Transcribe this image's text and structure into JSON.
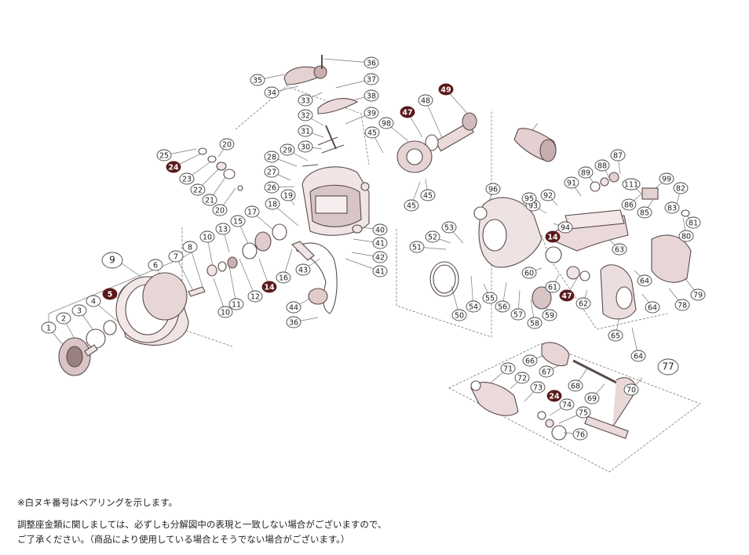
{
  "parts_diagram": {
    "callouts": [
      {
        "num": "1",
        "style": "plain"
      },
      {
        "num": "2",
        "style": "plain"
      },
      {
        "num": "3",
        "style": "plain"
      },
      {
        "num": "4",
        "style": "plain"
      },
      {
        "num": "5",
        "style": "dark"
      },
      {
        "num": "6",
        "style": "plain"
      },
      {
        "num": "7",
        "style": "plain"
      },
      {
        "num": "8",
        "style": "plain"
      },
      {
        "num": "9",
        "style": "plain"
      },
      {
        "num": "10",
        "style": "plain"
      },
      {
        "num": "10",
        "style": "plain"
      },
      {
        "num": "11",
        "style": "plain"
      },
      {
        "num": "12",
        "style": "plain"
      },
      {
        "num": "13",
        "style": "plain"
      },
      {
        "num": "14",
        "style": "dark"
      },
      {
        "num": "14",
        "style": "dark"
      },
      {
        "num": "15",
        "style": "plain"
      },
      {
        "num": "16",
        "style": "plain"
      },
      {
        "num": "17",
        "style": "plain"
      },
      {
        "num": "18",
        "style": "plain"
      },
      {
        "num": "19",
        "style": "plain"
      },
      {
        "num": "20",
        "style": "plain"
      },
      {
        "num": "20",
        "style": "plain"
      },
      {
        "num": "21",
        "style": "plain"
      },
      {
        "num": "22",
        "style": "plain"
      },
      {
        "num": "23",
        "style": "plain"
      },
      {
        "num": "24",
        "style": "dark"
      },
      {
        "num": "24",
        "style": "dark"
      },
      {
        "num": "25",
        "style": "plain"
      },
      {
        "num": "26",
        "style": "plain"
      },
      {
        "num": "27",
        "style": "plain"
      },
      {
        "num": "28",
        "style": "plain"
      },
      {
        "num": "29",
        "style": "plain"
      },
      {
        "num": "30",
        "style": "plain"
      },
      {
        "num": "31",
        "style": "plain"
      },
      {
        "num": "32",
        "style": "plain"
      },
      {
        "num": "33",
        "style": "plain"
      },
      {
        "num": "34",
        "style": "plain"
      },
      {
        "num": "35",
        "style": "plain"
      },
      {
        "num": "36",
        "style": "plain"
      },
      {
        "num": "36",
        "style": "plain"
      },
      {
        "num": "37",
        "style": "plain"
      },
      {
        "num": "38",
        "style": "plain"
      },
      {
        "num": "39",
        "style": "plain"
      },
      {
        "num": "40",
        "style": "plain"
      },
      {
        "num": "41",
        "style": "plain"
      },
      {
        "num": "41",
        "style": "plain"
      },
      {
        "num": "42",
        "style": "plain"
      },
      {
        "num": "43",
        "style": "plain"
      },
      {
        "num": "44",
        "style": "plain"
      },
      {
        "num": "45",
        "style": "plain"
      },
      {
        "num": "45",
        "style": "plain"
      },
      {
        "num": "45",
        "style": "plain"
      },
      {
        "num": "47",
        "style": "dark"
      },
      {
        "num": "47",
        "style": "dark"
      },
      {
        "num": "48",
        "style": "plain"
      },
      {
        "num": "49",
        "style": "dark"
      },
      {
        "num": "50",
        "style": "plain"
      },
      {
        "num": "51",
        "style": "plain"
      },
      {
        "num": "52",
        "style": "plain"
      },
      {
        "num": "53",
        "style": "plain"
      },
      {
        "num": "54",
        "style": "plain"
      },
      {
        "num": "55",
        "style": "plain"
      },
      {
        "num": "56",
        "style": "plain"
      },
      {
        "num": "57",
        "style": "plain"
      },
      {
        "num": "58",
        "style": "plain"
      },
      {
        "num": "59",
        "style": "plain"
      },
      {
        "num": "60",
        "style": "plain"
      },
      {
        "num": "61",
        "style": "plain"
      },
      {
        "num": "62",
        "style": "plain"
      },
      {
        "num": "63",
        "style": "plain"
      },
      {
        "num": "64",
        "style": "plain"
      },
      {
        "num": "64",
        "style": "plain"
      },
      {
        "num": "64",
        "style": "plain"
      },
      {
        "num": "65",
        "style": "plain"
      },
      {
        "num": "66",
        "style": "plain"
      },
      {
        "num": "67",
        "style": "plain"
      },
      {
        "num": "68",
        "style": "plain"
      },
      {
        "num": "69",
        "style": "plain"
      },
      {
        "num": "70",
        "style": "plain"
      },
      {
        "num": "71",
        "style": "plain"
      },
      {
        "num": "72",
        "style": "plain"
      },
      {
        "num": "73",
        "style": "plain"
      },
      {
        "num": "74",
        "style": "plain"
      },
      {
        "num": "75",
        "style": "plain"
      },
      {
        "num": "76",
        "style": "plain"
      },
      {
        "num": "77",
        "style": "plain"
      },
      {
        "num": "78",
        "style": "plain"
      },
      {
        "num": "79",
        "style": "plain"
      },
      {
        "num": "80",
        "style": "plain"
      },
      {
        "num": "81",
        "style": "plain"
      },
      {
        "num": "82",
        "style": "plain"
      },
      {
        "num": "83",
        "style": "plain"
      },
      {
        "num": "85",
        "style": "plain"
      },
      {
        "num": "86",
        "style": "plain"
      },
      {
        "num": "87",
        "style": "plain"
      },
      {
        "num": "88",
        "style": "plain"
      },
      {
        "num": "89",
        "style": "plain"
      },
      {
        "num": "91",
        "style": "plain"
      },
      {
        "num": "92",
        "style": "plain"
      },
      {
        "num": "93",
        "style": "plain"
      },
      {
        "num": "94",
        "style": "plain"
      },
      {
        "num": "95",
        "style": "plain"
      },
      {
        "num": "96",
        "style": "plain"
      },
      {
        "num": "98",
        "style": "plain"
      },
      {
        "num": "99",
        "style": "plain"
      },
      {
        "num": "111",
        "style": "plain"
      }
    ]
  },
  "footnotes": {
    "bearing_note": "※白ヌキ番号はベアリングを示します。",
    "shim_note_line1": "調整座金類に関しましては、必ずしも分解図中の表現と一致しない場合がございますので、",
    "shim_note_line2": "ご了承ください。（商品により使用している場合とそうでない場合がございます。）"
  },
  "colors": {
    "dark_callout": "#5a1a1a",
    "part_fill": "#efe3e3",
    "part_stroke": "#5b4b4b",
    "leader": "#777777",
    "outline": "#555555"
  }
}
